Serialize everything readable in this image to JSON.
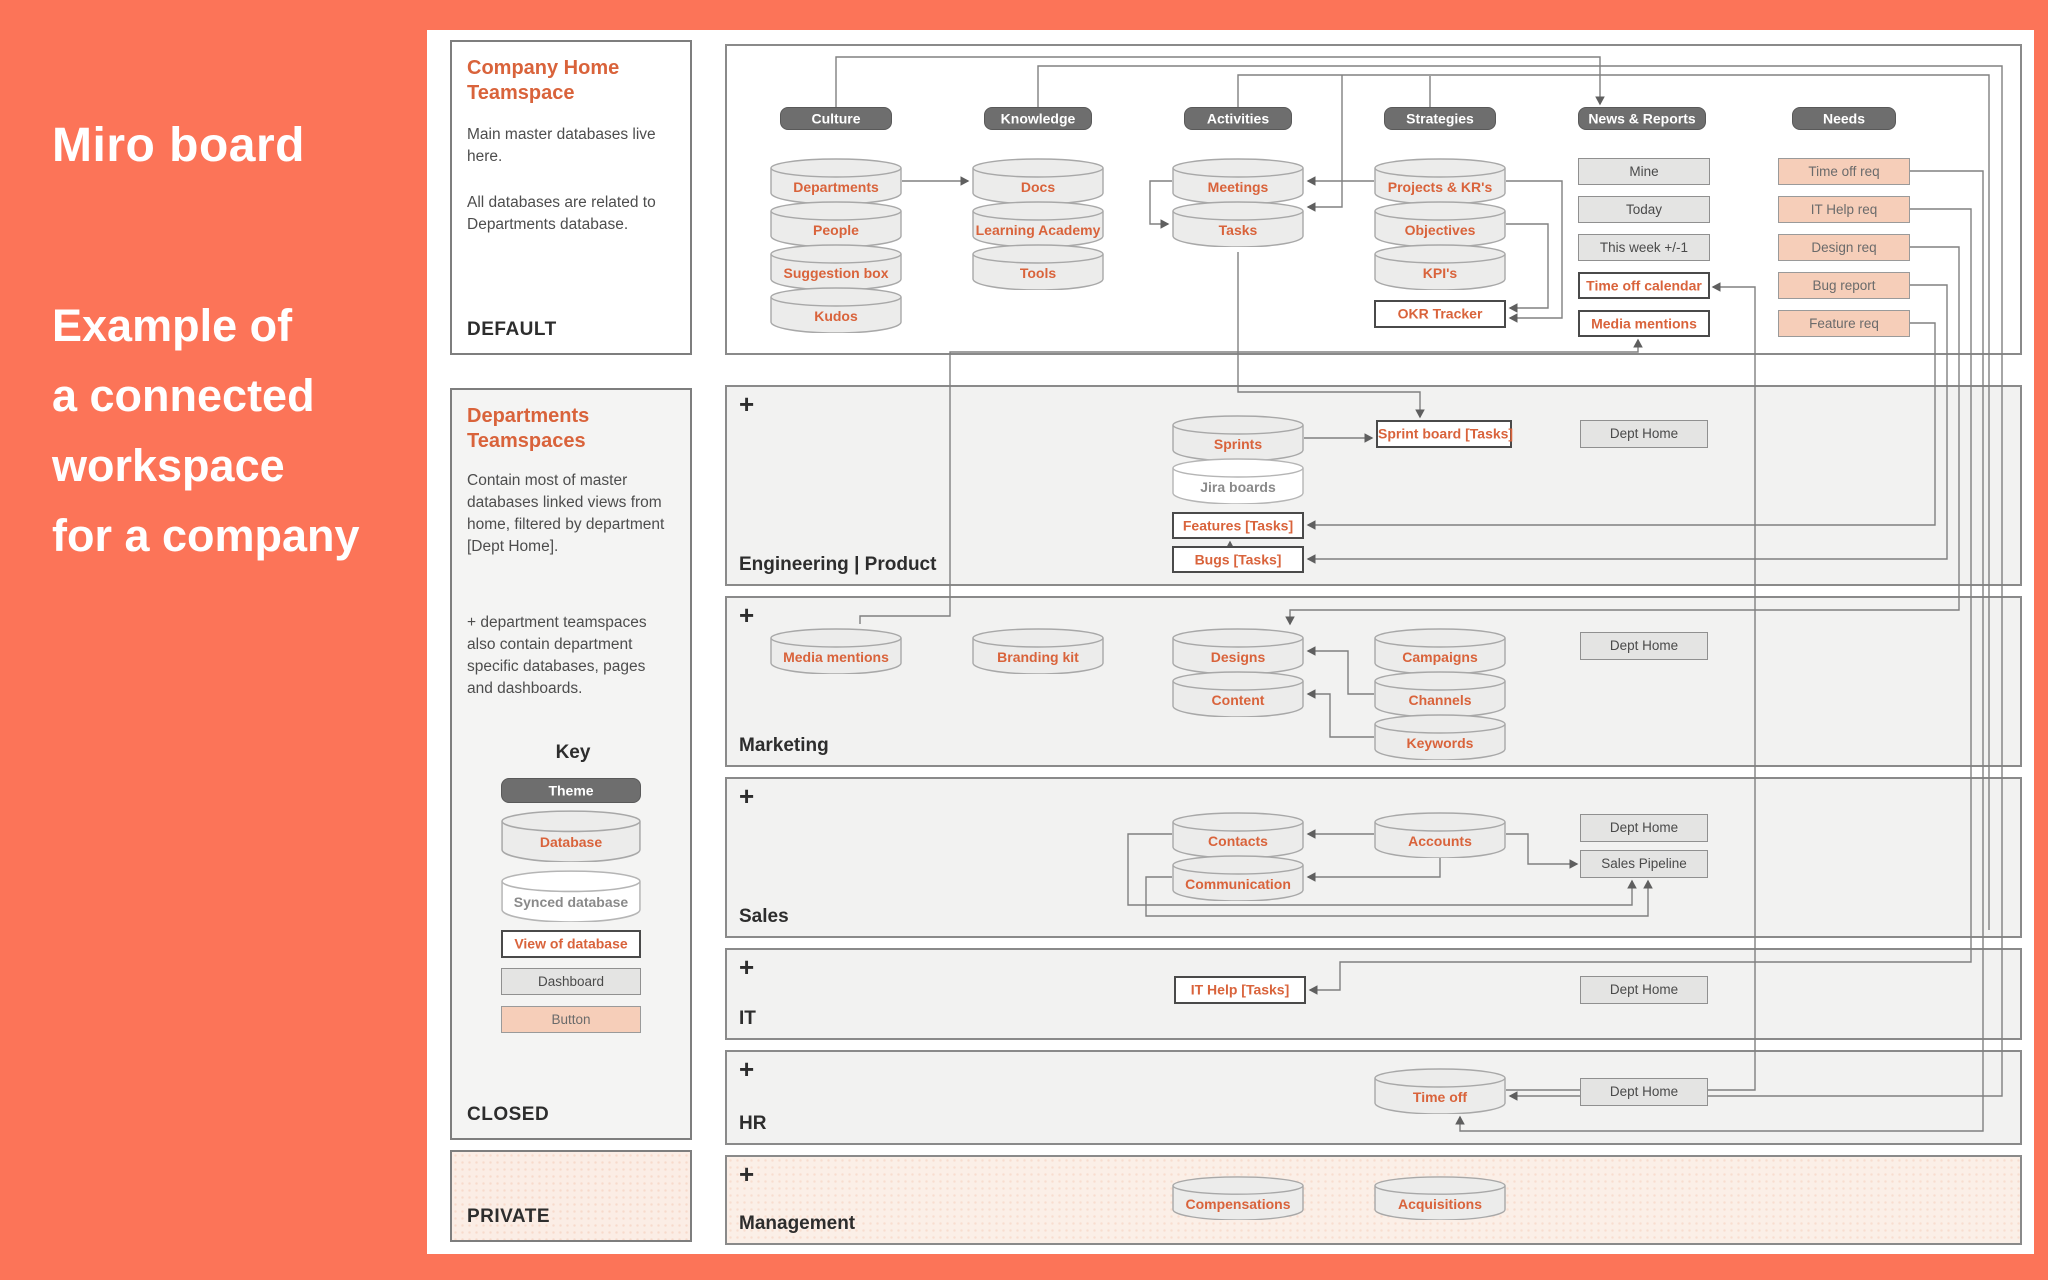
{
  "colors": {
    "background_coral": "#FC7458",
    "accent_orange": "#D9633B",
    "theme_pill_gray": "#6E6E6E",
    "button_peach": "#F6CEB9",
    "frame_gray": "#F2F2F1",
    "line_gray": "#808080"
  },
  "intro": {
    "title": "Miro board",
    "subtitle_lines": [
      "Example of",
      "a connected",
      "workspace",
      "for a company"
    ]
  },
  "sidebar": {
    "company_home": {
      "title": "Company Home Teamspace",
      "paragraphs": [
        "Main master databases live here.",
        "All databases are related to Departments database."
      ],
      "footer": "DEFAULT"
    },
    "departments": {
      "title": "Departments Teamspaces",
      "paragraphs": [
        "Contain most of master databases linked views from home, filtered by department [Dept Home].",
        "+ department teamspaces also contain department specific databases, pages and dashboards."
      ],
      "key_title": "Key",
      "key_items": [
        {
          "type": "pill",
          "label": "Theme"
        },
        {
          "type": "db",
          "label": "Database"
        },
        {
          "type": "dbw",
          "label": "Synced database"
        },
        {
          "type": "view",
          "label": "View of database"
        },
        {
          "type": "dash",
          "label": "Dashboard"
        },
        {
          "type": "btn",
          "label": "Button"
        }
      ],
      "footer": "CLOSED"
    },
    "private": {
      "footer": "PRIVATE"
    }
  },
  "board": {
    "plus_glyph": "+",
    "themes": [
      "Culture",
      "Knowledge",
      "Activities",
      "Strategies",
      "News & Reports",
      "Needs"
    ],
    "culture_dbs": [
      "Departments",
      "People",
      "Suggestion box",
      "Kudos"
    ],
    "knowledge_dbs": [
      "Docs",
      "Learning Academy",
      "Tools"
    ],
    "activities_dbs": [
      "Meetings",
      "Tasks"
    ],
    "strategies_dbs": [
      "Projects & KR's",
      "Objectives",
      "KPI's"
    ],
    "strategies_views": [
      "OKR Tracker"
    ],
    "news_dashboards": [
      "Mine",
      "Today",
      "This week +/-1"
    ],
    "news_views": [
      "Time off calendar",
      "Media mentions"
    ],
    "needs_buttons": [
      "Time off req",
      "IT Help req",
      "Design req",
      "Bug report",
      "Feature req"
    ],
    "sections": {
      "engineering": {
        "label": "Engineering | Product",
        "dbs": [
          "Sprints"
        ],
        "synced": [
          "Jira boards"
        ],
        "views": [
          "Features [Tasks]",
          "Bugs [Tasks]",
          "Sprint board [Tasks]"
        ],
        "dashboards": [
          "Dept Home"
        ]
      },
      "marketing": {
        "label": "Marketing",
        "dbs": [
          "Media mentions",
          "Branding kit",
          "Designs",
          "Content",
          "Campaigns",
          "Channels",
          "Keywords"
        ],
        "dashboards": [
          "Dept Home"
        ]
      },
      "sales": {
        "label": "Sales",
        "dbs": [
          "Contacts",
          "Communication",
          "Accounts"
        ],
        "dashboards": [
          "Dept Home",
          "Sales Pipeline"
        ]
      },
      "it": {
        "label": "IT",
        "views": [
          "IT Help [Tasks]"
        ],
        "dashboards": [
          "Dept Home"
        ]
      },
      "hr": {
        "label": "HR",
        "dbs": [
          "Time off"
        ],
        "dashboards": [
          "Dept Home"
        ]
      },
      "management": {
        "label": "Management",
        "dbs": [
          "Compensations",
          "Acquisitions"
        ]
      }
    }
  }
}
